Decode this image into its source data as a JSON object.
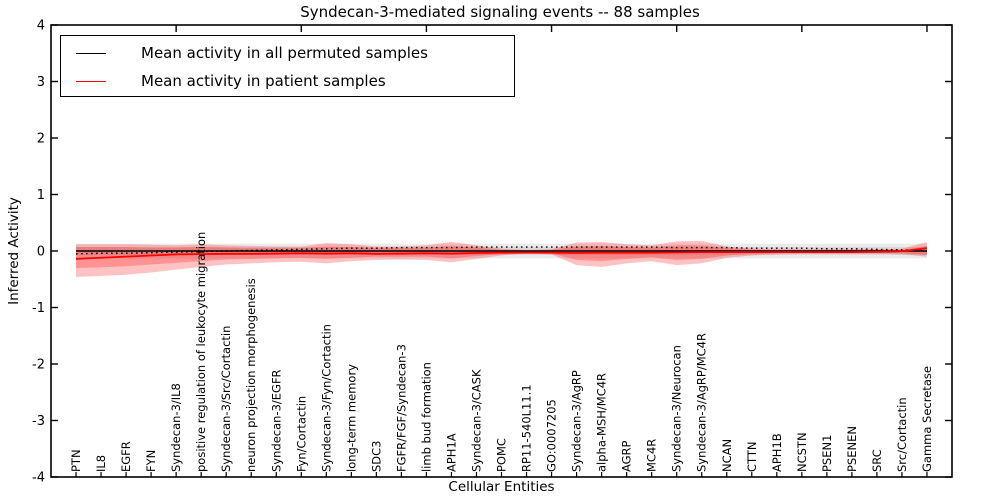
{
  "title": "Syndecan-3-mediated signaling events -- 88 samples",
  "axes": {
    "x_title": "Cellular Entities",
    "y_title": "Inferred Activity"
  },
  "legend": {
    "entries": [
      {
        "label": "Mean activity in all permuted samples",
        "color": "#000000"
      },
      {
        "label": "Mean activity in patient samples",
        "color": "#ff0000"
      }
    ]
  },
  "colors": {
    "patient_line": "#ff0000",
    "permuted_line": "#000000",
    "patient_band_fill": "#ff0000",
    "permuted_band_fill": "#000000",
    "background": "#ffffff",
    "frame": "#000000"
  },
  "chart_data": {
    "type": "line",
    "title": "Syndecan-3-mediated signaling events -- 88 samples",
    "xlabel": "Cellular Entities",
    "ylabel": "Inferred Activity",
    "ylim": [
      -4,
      4
    ],
    "yticks": [
      4,
      3,
      2,
      1,
      0,
      -1,
      -2,
      -3,
      -4
    ],
    "ytick_labels": [
      "4",
      "3",
      "2",
      "1",
      "0",
      "-1",
      "-2",
      "-3",
      "-4"
    ],
    "top_tick_positions": [
      5,
      10,
      15,
      20,
      25,
      30,
      35
    ],
    "legend_position": "upper left",
    "grid": false,
    "categories": [
      "PTN",
      "IL8",
      "EGFR",
      "FYN",
      "Syndecan-3/IL8",
      "positive regulation of leukocyte migration",
      "Syndecan-3/Src/Cortactin",
      "neuron projection morphogenesis",
      "Syndecan-3/EGFR",
      "Fyn/Cortactin",
      "Syndecan-3/Fyn/Cortactin",
      "long-term memory",
      "SDC3",
      "FGFR/FGF/Syndecan-3",
      "limb bud formation",
      "APH1A",
      "Syndecan-3/CASK",
      "POMC",
      "RP11-540L11.1",
      "GO:0007205",
      "Syndecan-3/AgRP",
      "alpha-MSH/MC4R",
      "AGRP",
      "MC4R",
      "Syndecan-3/Neurocan",
      "Syndecan-3/AgRP/MC4R",
      "NCAN",
      "CTTN",
      "APH1B",
      "NCSTN",
      "PSEN1",
      "PSENEN",
      "SRC",
      "Src/Cortactin",
      "Gamma Secretase"
    ],
    "series": [
      {
        "name": "Mean activity in all permuted samples",
        "color": "#000000",
        "style": "solid",
        "values": [
          0,
          0,
          0,
          0,
          0,
          0,
          0,
          0,
          0,
          0,
          0,
          0,
          0,
          0,
          0,
          0,
          0,
          0,
          0,
          0,
          0,
          0,
          0,
          0,
          0,
          0,
          0,
          0,
          0,
          0,
          0,
          0,
          0,
          0,
          0
        ]
      },
      {
        "name": "Mean activity in patient samples",
        "color": "#ff0000",
        "style": "solid",
        "values": [
          -0.14,
          -0.12,
          -0.1,
          -0.08,
          -0.06,
          -0.055,
          -0.05,
          -0.05,
          -0.045,
          -0.04,
          -0.045,
          -0.04,
          -0.05,
          -0.045,
          -0.04,
          -0.045,
          -0.035,
          -0.03,
          -0.03,
          -0.03,
          -0.035,
          -0.03,
          -0.03,
          -0.03,
          -0.025,
          -0.02,
          -0.02,
          -0.02,
          -0.02,
          -0.02,
          -0.02,
          -0.02,
          -0.015,
          -0.005,
          0.05
        ]
      }
    ],
    "dotted_reference": {
      "name": "zero reference (dotted)",
      "color": "#000000",
      "style": "dotted",
      "values": [
        -0.05,
        -0.04,
        -0.04,
        -0.03,
        -0.02,
        -0.01,
        0,
        0.01,
        0.02,
        0.03,
        0.04,
        0.05,
        0.05,
        0.06,
        0.06,
        0.06,
        0.07,
        0.07,
        0.07,
        0.07,
        0.07,
        0.07,
        0.07,
        0.07,
        0.06,
        0.06,
        0.06,
        0.05,
        0.05,
        0.05,
        0.04,
        0.04,
        0.03,
        0.02,
        0
      ]
    },
    "bands": {
      "patient_outer": {
        "upper": [
          0.12,
          0.12,
          0.12,
          0.11,
          0.1,
          0.12,
          0.1,
          0.09,
          0.08,
          0.08,
          0.14,
          0.12,
          0.08,
          0.08,
          0.1,
          0.16,
          0.1,
          0.04,
          0.02,
          0.03,
          0.15,
          0.16,
          0.12,
          0.1,
          0.17,
          0.18,
          0.08,
          0.04,
          0.03,
          0.03,
          0.03,
          0.03,
          0.03,
          0.04,
          0.16
        ],
        "lower": [
          -0.46,
          -0.44,
          -0.42,
          -0.38,
          -0.33,
          -0.28,
          -0.24,
          -0.22,
          -0.2,
          -0.19,
          -0.22,
          -0.18,
          -0.16,
          -0.15,
          -0.16,
          -0.2,
          -0.14,
          -0.08,
          -0.04,
          -0.06,
          -0.25,
          -0.28,
          -0.22,
          -0.18,
          -0.25,
          -0.22,
          -0.12,
          -0.08,
          -0.06,
          -0.05,
          -0.05,
          -0.05,
          -0.05,
          -0.06,
          -0.1
        ]
      },
      "patient_inner": {
        "upper": [
          0.07,
          0.07,
          0.07,
          0.06,
          0.06,
          0.07,
          0.06,
          0.05,
          0.05,
          0.05,
          0.08,
          0.07,
          0.05,
          0.05,
          0.06,
          0.09,
          0.06,
          0.02,
          0.01,
          0.02,
          0.08,
          0.09,
          0.07,
          0.06,
          0.1,
          0.1,
          0.05,
          0.02,
          0.02,
          0.02,
          0.02,
          0.02,
          0.02,
          0.02,
          0.09
        ],
        "lower": [
          -0.3,
          -0.29,
          -0.27,
          -0.24,
          -0.21,
          -0.18,
          -0.15,
          -0.14,
          -0.13,
          -0.12,
          -0.14,
          -0.12,
          -0.1,
          -0.1,
          -0.1,
          -0.13,
          -0.09,
          -0.05,
          -0.03,
          -0.04,
          -0.16,
          -0.18,
          -0.14,
          -0.11,
          -0.16,
          -0.14,
          -0.08,
          -0.05,
          -0.04,
          -0.03,
          -0.03,
          -0.03,
          -0.03,
          -0.04,
          -0.07
        ]
      },
      "permuted_outer_halfwidth": 0.13,
      "permuted_inner_halfwidth": 0.07
    }
  }
}
